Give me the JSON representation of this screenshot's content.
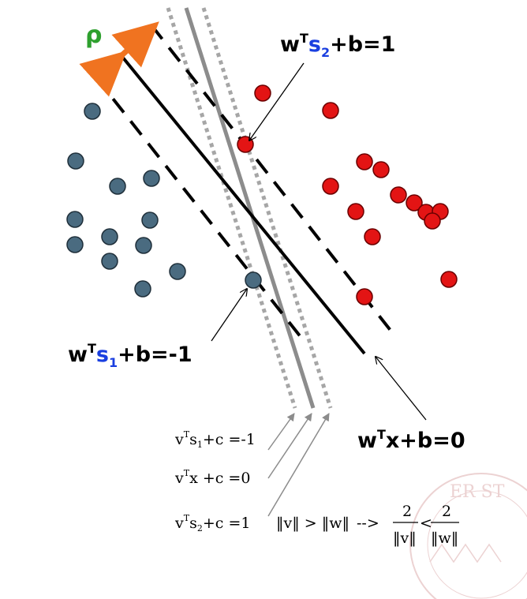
{
  "colors": {
    "negative_points": "#4a6b80",
    "positive_points": "#e31414",
    "margin_arrow": "#f07320",
    "rho": "#2ea02e",
    "subscript_s": "#1a3fe0",
    "svm_lines": "#000000",
    "alt_center": "#8c8c8c",
    "alt_margin": "#a6a6a6"
  },
  "labels": {
    "rho": "ρ",
    "top_eq": {
      "w": "w",
      "sup": "T",
      "s": "s",
      "sub": "2",
      "rest": "+b=1"
    },
    "left_eq": {
      "w": "w",
      "sup": "T",
      "s": "s",
      "sub": "1",
      "rest": "+b=-1"
    },
    "right_eq": {
      "w": "w",
      "sup": "T",
      "rest": "x+b=0"
    },
    "v_eq1": {
      "v": "v",
      "sup": "T",
      "s": "s",
      "sub": "1",
      "rest": "+c =-1"
    },
    "v_eq2": {
      "v": "v",
      "sup": "T",
      "rest": "x +c =0"
    },
    "v_eq3": {
      "v": "v",
      "sup": "T",
      "s": "s",
      "sub": "2",
      "rest": "+c =1"
    },
    "norm_cmp": {
      "lhs": "‖v‖ > ‖w‖",
      "arrow": "-->",
      "num1": "2",
      "den1": "‖v‖",
      "lt": "<",
      "num2": "2",
      "den2": "‖w‖"
    },
    "watermark": "ER ST"
  }
}
